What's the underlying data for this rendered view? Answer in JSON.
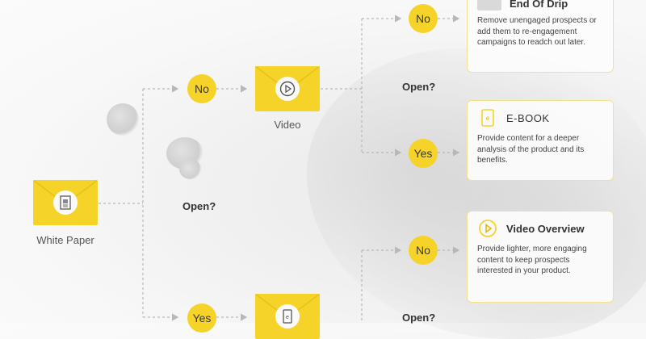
{
  "nodes": {
    "white_paper": {
      "label": "White Paper",
      "icon": "document-icon"
    },
    "video": {
      "label": "Video",
      "icon": "play-icon"
    },
    "ebook_email": {
      "label": "",
      "icon": "ebook-icon"
    }
  },
  "decisions": {
    "open_main": "Open?",
    "open_video": "Open?",
    "open_bottom": "Open?"
  },
  "answers": {
    "main_no": "No",
    "main_yes": "Yes",
    "video_no": "No",
    "video_yes": "Yes",
    "bottom_no": "No"
  },
  "cards": {
    "end_of_drip": {
      "title": "End Of Drip",
      "desc": "Remove unengaged prospects or add them to re-engagement campaigns to readch out later."
    },
    "ebook": {
      "title": "E-BOOK",
      "desc": "Provide content for a deeper analysis of the product and its benefits."
    },
    "video_overview": {
      "title": "Video Overview",
      "desc": "Provide lighter, more engaging content to keep prospects interested in your product."
    }
  },
  "colors": {
    "accent": "#f5d328",
    "card_border": "#f6e08a",
    "line": "#b8b8b8"
  }
}
